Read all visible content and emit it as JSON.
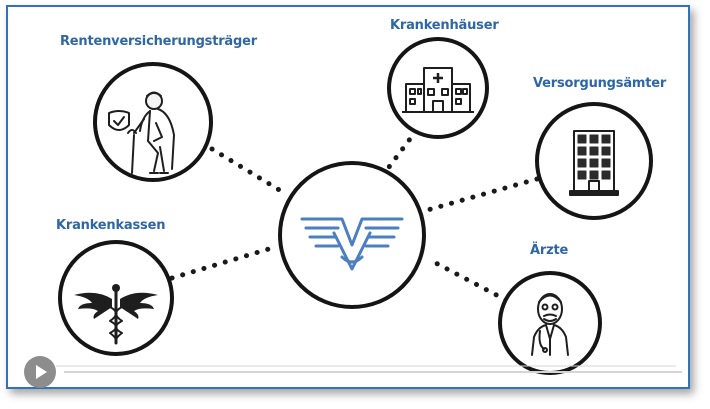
{
  "nodes": {
    "rentenversicherungstraeger": "Rentenversicherungsträger",
    "krankenhaeuser": "Krankenhäuser",
    "versorgungsaemter": "Versorgungsämter",
    "krankenkassen": "Krankenkassen",
    "aerzte": "Ärzte"
  },
  "icons": {
    "center": "vdk-logo-icon",
    "rentenversicherungstraeger": "elderly-person-with-shield-icon",
    "krankenhaeuser": "hospital-building-icon",
    "versorgungsaemter": "office-building-icon",
    "krankenkassen": "caduceus-icon",
    "aerzte": "doctor-icon"
  },
  "player": {
    "progress": 0
  },
  "colors": {
    "label": "#2e66a6",
    "frame": "#2f74b8",
    "logo": "#4a7fc0",
    "line": "#1a1a1a"
  }
}
